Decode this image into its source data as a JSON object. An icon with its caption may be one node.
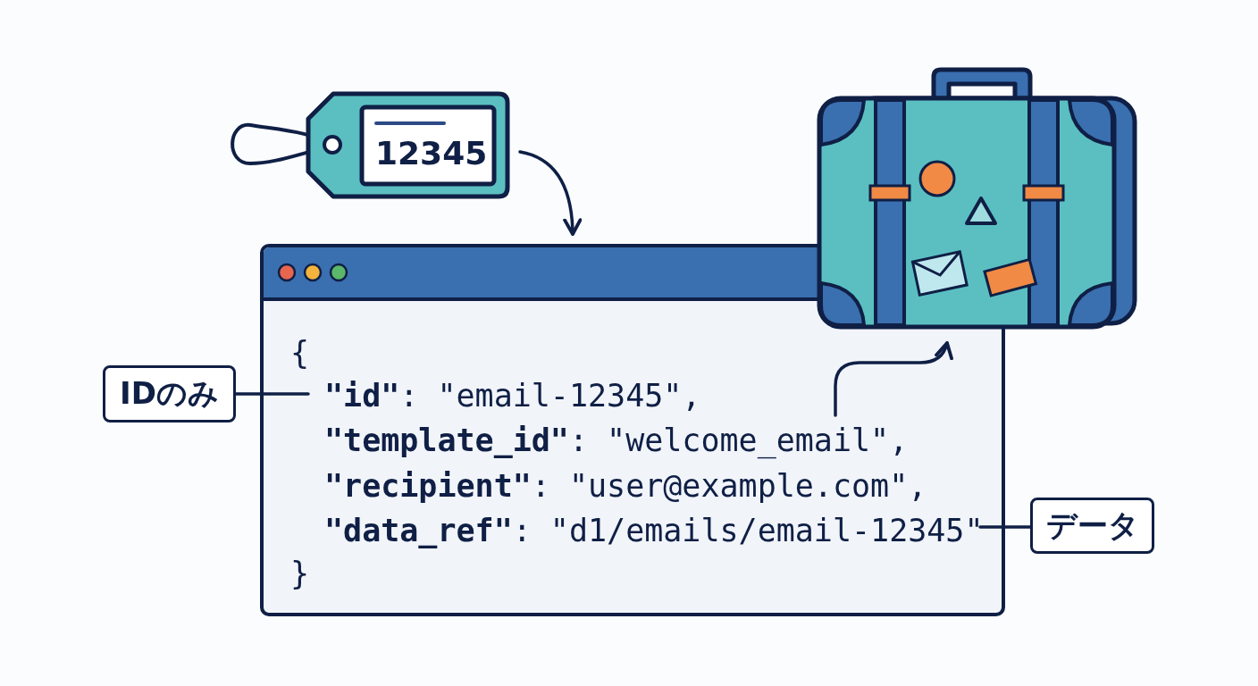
{
  "diagram": {
    "nodes": [
      {
        "text": [
          "12345"
        ]
      },
      {
        "text": [],
        "shape": "box"
      },
      {
        "text": [
          "{"
        ],
        "in": 1
      },
      {
        "text": [
          "**\"id\"**: \"email-12345\","
        ],
        "in": 1
      },
      {
        "text": [
          "**\"template_id\"**: \"welcome_email\","
        ],
        "in": 1
      },
      {
        "text": [
          "**\"recipient\"**: \"user@example.com\","
        ],
        "in": 1
      },
      {
        "text": [
          "**\"data_ref\"**: \"d1/emails/email-12345\""
        ],
        "in": 1
      },
      {
        "text": [
          "}"
        ],
        "in": 1
      },
      {
        "text": [],
        "shape": "picture"
      },
      {
        "text": [
          "IDのみ"
        ]
      },
      {
        "text": [
          "データ"
        ]
      }
    ],
    "edges": [
      {
        "from": 0,
        "to": 1,
        "arrow": "to"
      },
      {
        "from": 4,
        "to": 8,
        "arrow": "to"
      },
      {
        "from": 9,
        "to": 3,
        "arrow": "none"
      },
      {
        "from": 10,
        "to": 6,
        "arrow": "none"
      }
    ]
  }
}
